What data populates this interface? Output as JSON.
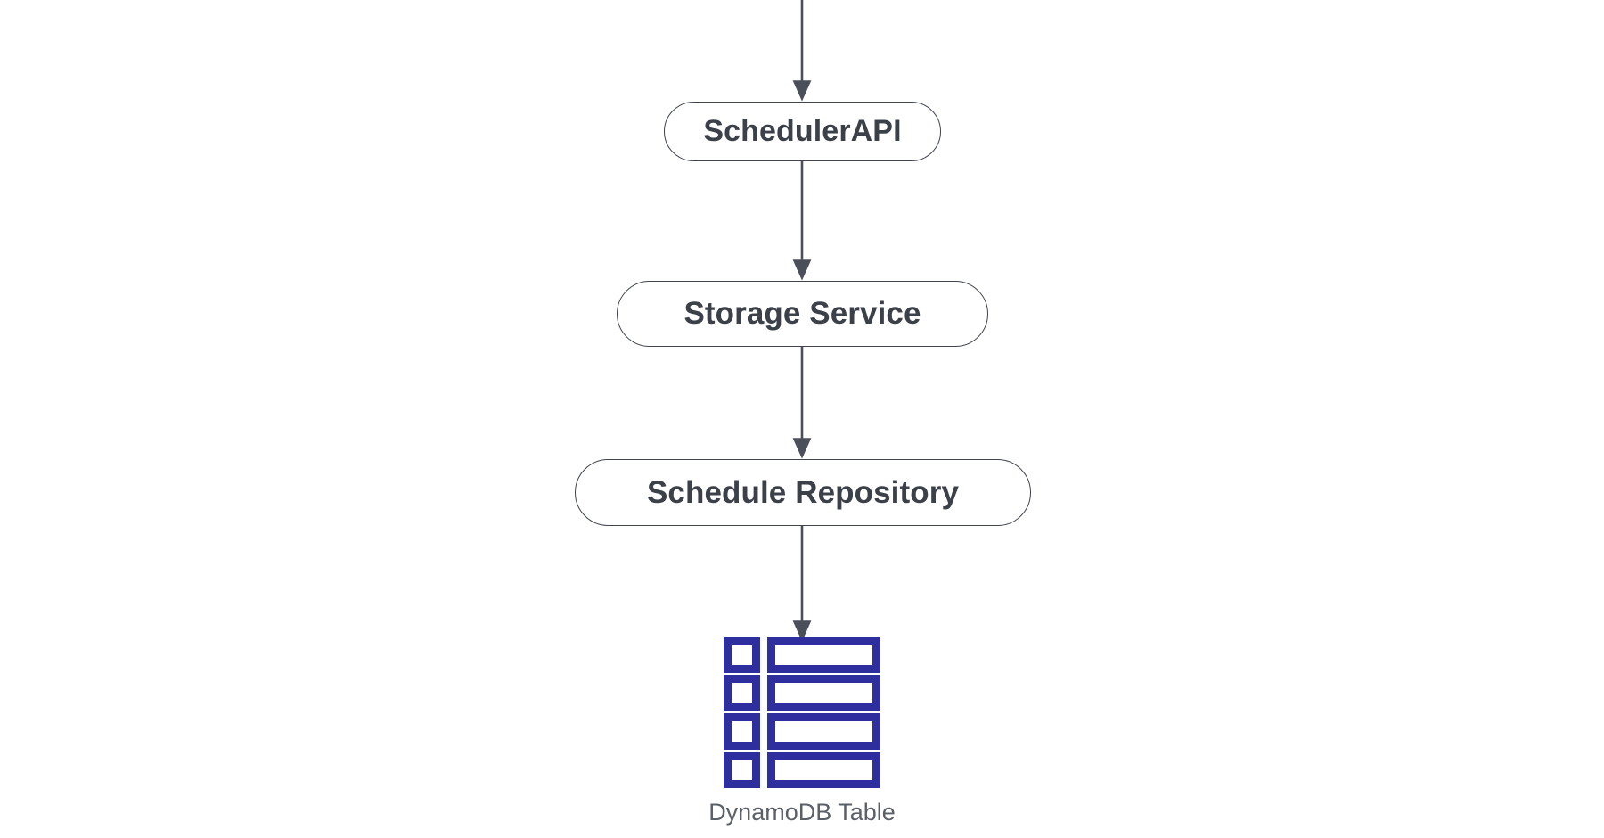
{
  "diagram": {
    "type": "flowchart",
    "direction": "top-to-bottom",
    "background_color": "#ffffff",
    "node_border_color": "#3f4450",
    "node_text_color": "#3b4049",
    "edge_color": "#4a4f59",
    "accent_color": "#2e2e9e",
    "caption_color": "#5b6068",
    "nodes": [
      {
        "id": "scheduler-api",
        "label": "SchedulerAPI",
        "shape": "stadium"
      },
      {
        "id": "storage-service",
        "label": "Storage Service",
        "shape": "stadium"
      },
      {
        "id": "schedule-repository",
        "label": "Schedule Repository",
        "shape": "stadium"
      },
      {
        "id": "dynamodb-table",
        "label": "DynamoDB Table",
        "shape": "aws-dynamodb-icon",
        "rows": 4
      }
    ],
    "edges": [
      {
        "from": "incoming",
        "to": "scheduler-api",
        "arrow": "down"
      },
      {
        "from": "scheduler-api",
        "to": "storage-service",
        "arrow": "down"
      },
      {
        "from": "storage-service",
        "to": "schedule-repository",
        "arrow": "down"
      },
      {
        "from": "schedule-repository",
        "to": "dynamodb-table",
        "arrow": "down"
      }
    ]
  }
}
